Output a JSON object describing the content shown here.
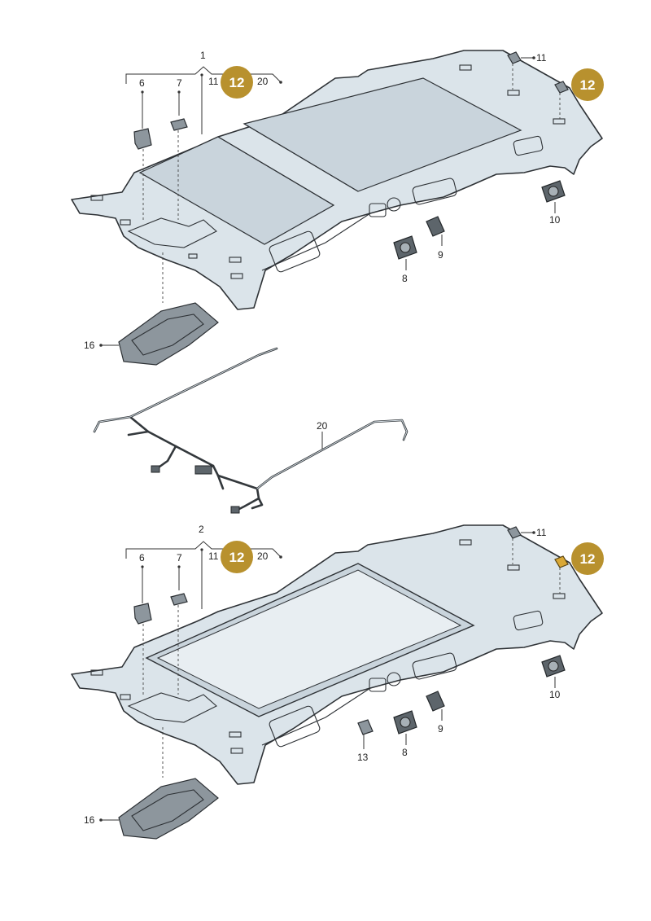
{
  "diagram": {
    "top_assembly": {
      "group_number": "1",
      "bracket_labels": [
        "6",
        "7",
        "11",
        "20"
      ],
      "badge_label": "12",
      "callouts": {
        "p11": "11",
        "p12": "12",
        "p10": "10",
        "p9": "9",
        "p8": "8",
        "p16": "16"
      }
    },
    "wiring_harness": {
      "label": "20"
    },
    "bottom_assembly": {
      "group_number": "2",
      "bracket_labels": [
        "6",
        "7",
        "11",
        "20"
      ],
      "badge_label": "12",
      "callouts": {
        "p11": "11",
        "p12": "12",
        "p10": "10",
        "p9": "9",
        "p8": "8",
        "p13": "13",
        "p16": "16"
      }
    },
    "colors": {
      "badge_fill": "#b8912e",
      "headliner_fill": "#dbe4ea",
      "outline": "#2e3236"
    }
  }
}
